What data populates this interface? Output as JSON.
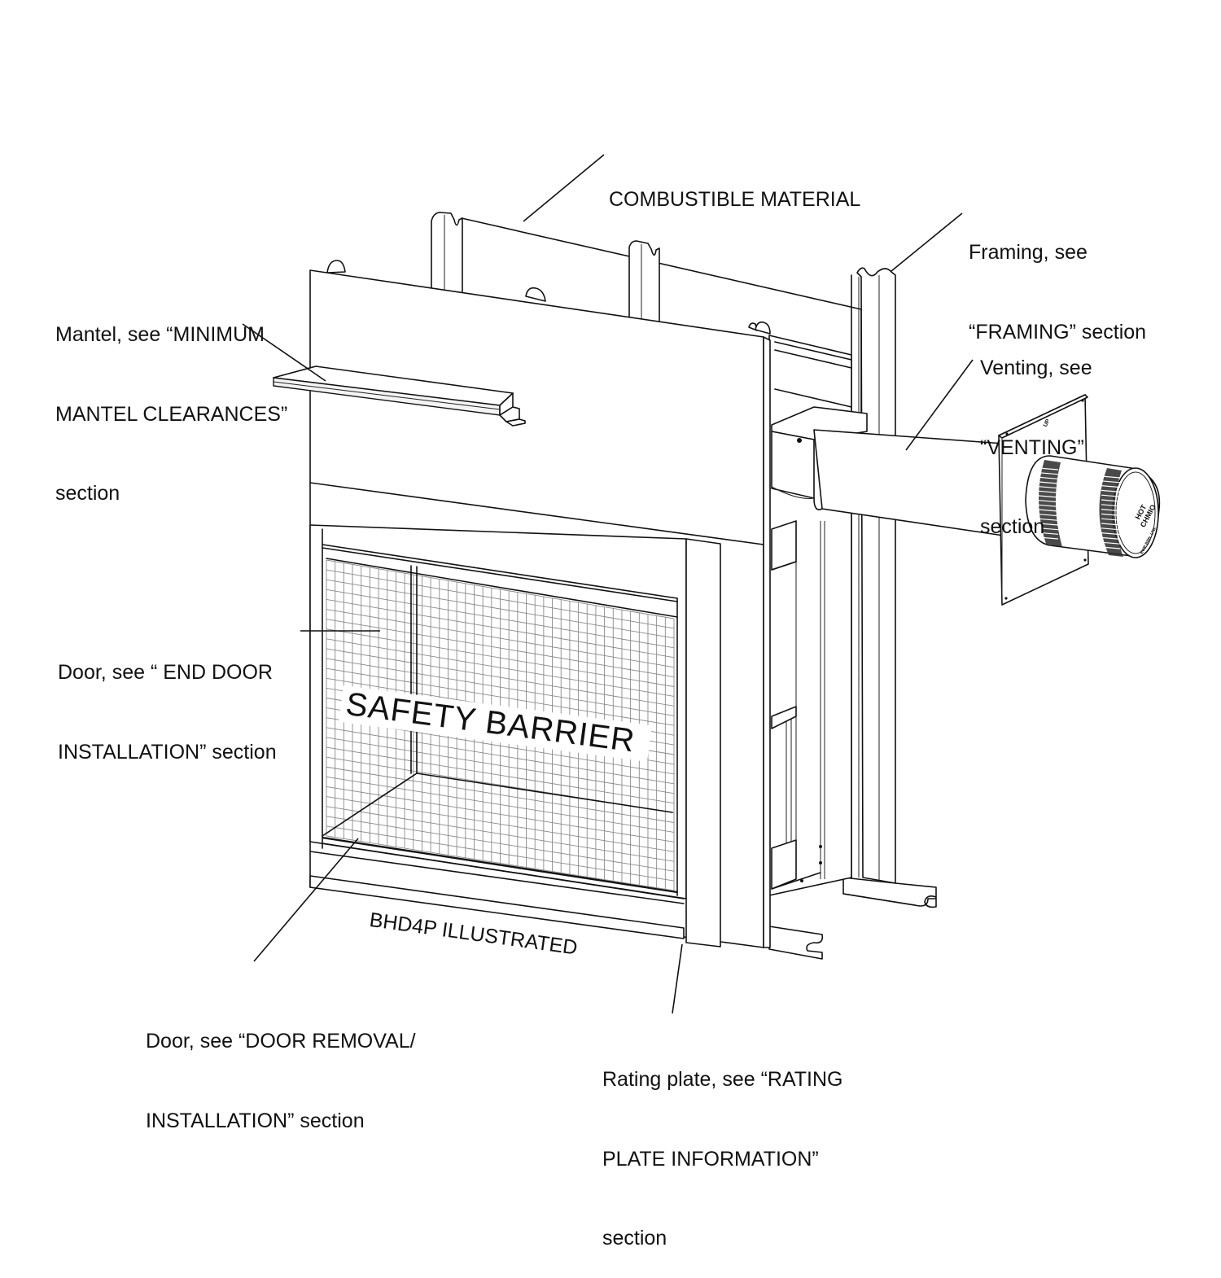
{
  "diagram": {
    "title": "Fireplace installation overview",
    "model_label": "BHD4P ILLUSTRATED",
    "barrier_label": "SAFETY BARRIER",
    "vent_cap_text": [
      "HOT",
      "CHMIO"
    ],
    "vent_cap_small_text": "EWP BRN. LTD.",
    "termination_plate_mark": "UP"
  },
  "callouts": {
    "combustible": {
      "lines": [
        "COMBUSTIBLE MATERIAL"
      ]
    },
    "framing": {
      "lines": [
        "Framing, see",
        "“FRAMING” section"
      ]
    },
    "mantel": {
      "lines": [
        "Mantel, see “MINIMUM",
        "MANTEL CLEARANCES”",
        "section"
      ]
    },
    "venting": {
      "lines": [
        "Venting, see",
        "“VENTING”",
        "section"
      ]
    },
    "end_door": {
      "lines": [
        "Door, see “ END DOOR",
        "INSTALLATION” section"
      ]
    },
    "door_removal": {
      "lines": [
        "Door, see “DOOR REMOVAL/",
        "INSTALLATION” section"
      ]
    },
    "rating_plate": {
      "lines": [
        "Rating plate, see “RATING",
        "PLATE INFORMATION”",
        "section"
      ]
    }
  },
  "colors": {
    "line": "#111111",
    "mesh": "#8a8a8a",
    "background": "#ffffff"
  }
}
